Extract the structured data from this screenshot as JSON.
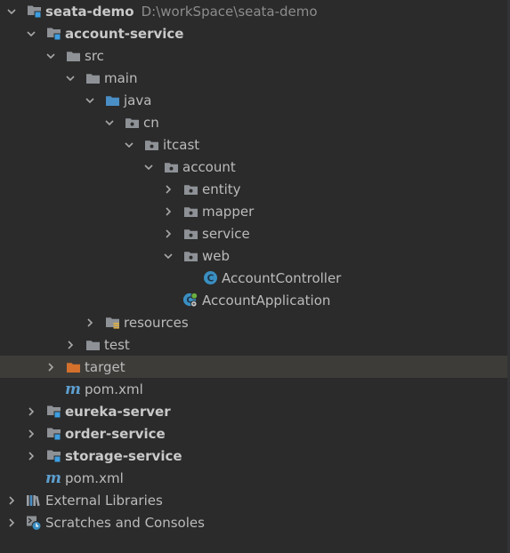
{
  "tree": [
    {
      "id": "seata-demo",
      "depth": 0,
      "arrow": "expanded",
      "icon": "module-folder-icon",
      "label": "seata-demo",
      "bold": true,
      "path": "D:\\workSpace\\seata-demo"
    },
    {
      "id": "account-service",
      "depth": 1,
      "arrow": "expanded",
      "icon": "module-folder-icon",
      "label": "account-service",
      "bold": true
    },
    {
      "id": "src",
      "depth": 2,
      "arrow": "expanded",
      "icon": "folder-icon",
      "label": "src"
    },
    {
      "id": "main",
      "depth": 3,
      "arrow": "expanded",
      "icon": "folder-icon",
      "label": "main"
    },
    {
      "id": "java",
      "depth": 4,
      "arrow": "expanded",
      "icon": "source-folder-icon",
      "label": "java"
    },
    {
      "id": "cn",
      "depth": 5,
      "arrow": "expanded",
      "icon": "package-icon",
      "label": "cn"
    },
    {
      "id": "itcast",
      "depth": 6,
      "arrow": "expanded",
      "icon": "package-icon",
      "label": "itcast"
    },
    {
      "id": "account",
      "depth": 7,
      "arrow": "expanded",
      "icon": "package-icon",
      "label": "account"
    },
    {
      "id": "entity",
      "depth": 8,
      "arrow": "collapsed",
      "icon": "package-icon",
      "label": "entity"
    },
    {
      "id": "mapper",
      "depth": 8,
      "arrow": "collapsed",
      "icon": "package-icon",
      "label": "mapper"
    },
    {
      "id": "service",
      "depth": 8,
      "arrow": "collapsed",
      "icon": "package-icon",
      "label": "service"
    },
    {
      "id": "web",
      "depth": 8,
      "arrow": "expanded",
      "icon": "package-icon",
      "label": "web"
    },
    {
      "id": "AccountController",
      "depth": 9,
      "arrow": "none",
      "icon": "class-icon",
      "label": "AccountController"
    },
    {
      "id": "AccountApplication",
      "depth": 8,
      "arrow": "none",
      "icon": "spring-boot-class-icon",
      "label": "AccountApplication"
    },
    {
      "id": "resources",
      "depth": 4,
      "arrow": "collapsed",
      "icon": "resources-folder-icon",
      "label": "resources"
    },
    {
      "id": "test",
      "depth": 3,
      "arrow": "collapsed",
      "icon": "folder-icon",
      "label": "test"
    },
    {
      "id": "target",
      "depth": 2,
      "arrow": "collapsed",
      "icon": "excluded-folder-icon",
      "label": "target",
      "selected": true
    },
    {
      "id": "account-pom",
      "depth": 2,
      "arrow": "none",
      "icon": "maven-icon",
      "label": "pom.xml"
    },
    {
      "id": "eureka-server",
      "depth": 1,
      "arrow": "collapsed",
      "icon": "module-folder-icon",
      "label": "eureka-server",
      "bold": true
    },
    {
      "id": "order-service",
      "depth": 1,
      "arrow": "collapsed",
      "icon": "module-folder-icon",
      "label": "order-service",
      "bold": true
    },
    {
      "id": "storage-service",
      "depth": 1,
      "arrow": "collapsed",
      "icon": "module-folder-icon",
      "label": "storage-service",
      "bold": true
    },
    {
      "id": "root-pom",
      "depth": 1,
      "arrow": "none",
      "icon": "maven-icon",
      "label": "pom.xml"
    },
    {
      "id": "external-libraries",
      "depth": 0,
      "arrow": "collapsed",
      "icon": "libraries-icon",
      "label": "External Libraries"
    },
    {
      "id": "scratches",
      "depth": 0,
      "arrow": "collapsed",
      "icon": "scratches-icon",
      "label": "Scratches and Consoles"
    }
  ],
  "maven_glyph": "m",
  "class_glyph": "C",
  "colors": {
    "background": "#2b2b2b",
    "selected_row": "#3d3c39",
    "text": "#bbbbbb",
    "path_text": "#8c8c8c",
    "folder": "#8e9297",
    "source_folder": "#4a8ec6",
    "excluded_folder": "#d2702c",
    "module_marker": "#3d9ee0",
    "class_icon": "#3a8fc2",
    "maven": "#5e9fd0",
    "arrow": "#a8a8a8"
  }
}
